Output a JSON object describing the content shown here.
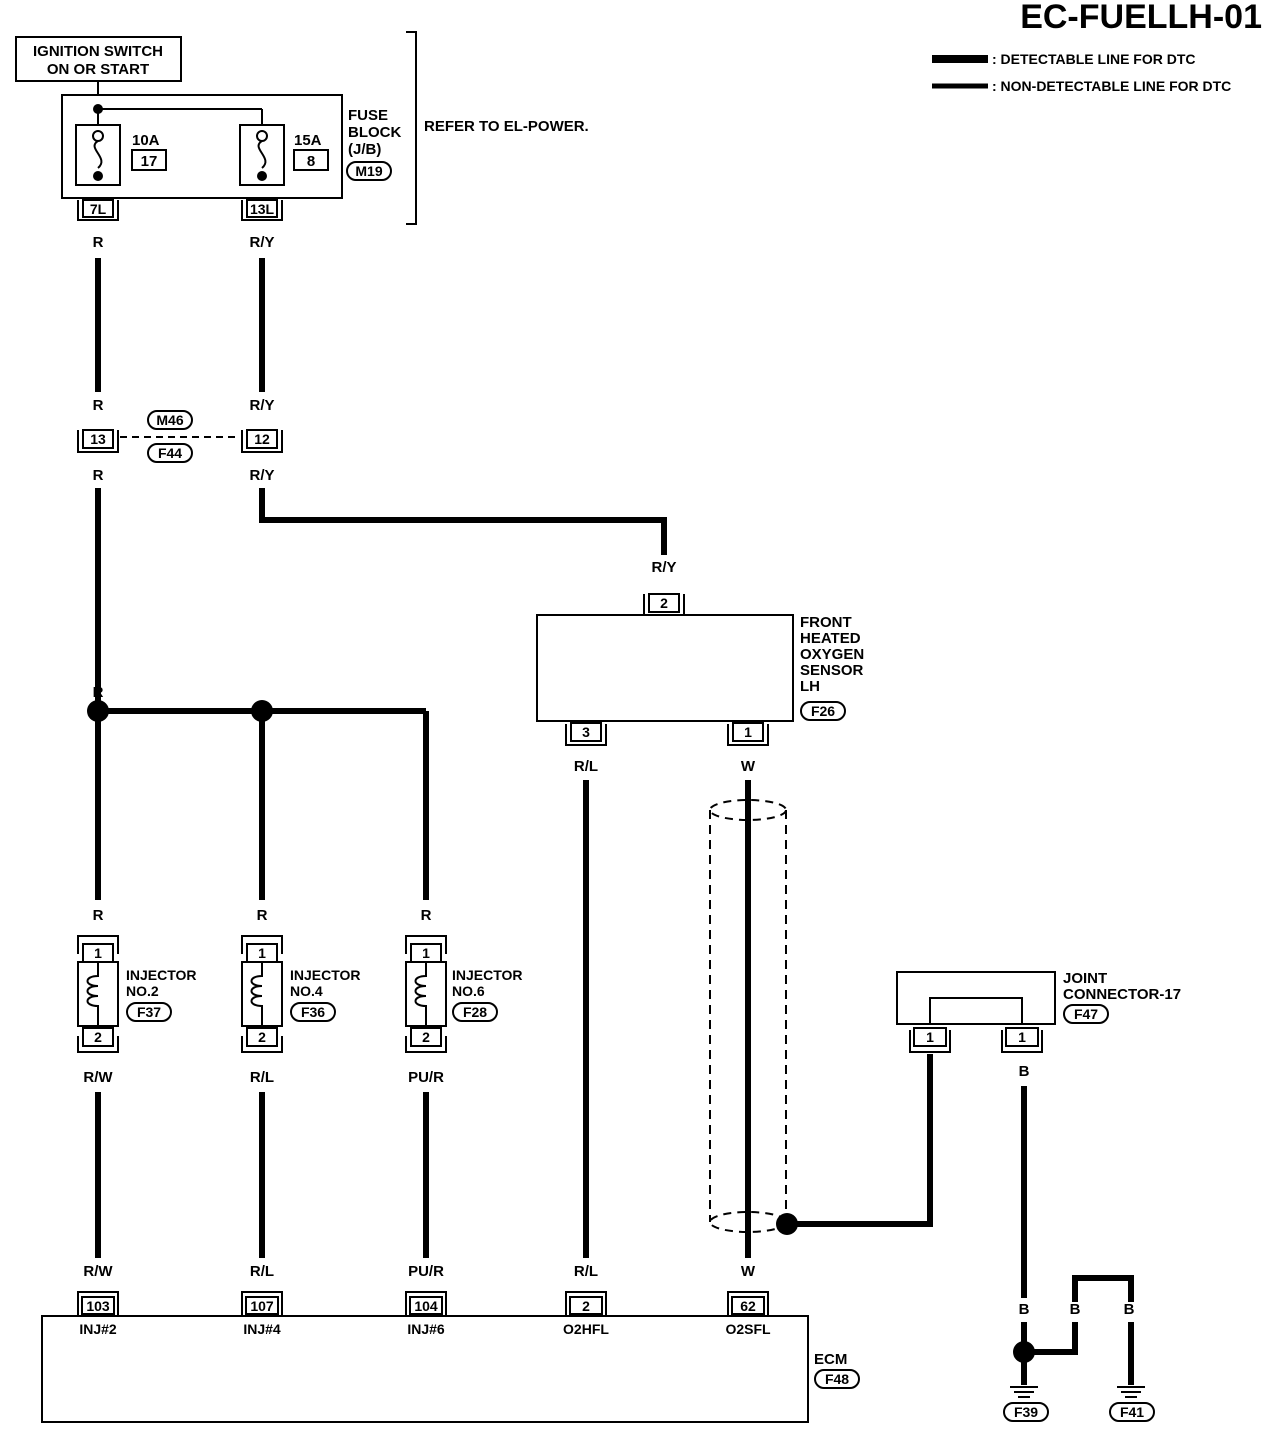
{
  "title": "EC-FUELLH-01",
  "legend": {
    "detectable": ": DETECTABLE LINE FOR DTC",
    "non_detectable": ": NON-DETECTABLE LINE FOR DTC"
  },
  "ignition": {
    "line1": "IGNITION SWITCH",
    "line2": "ON OR START"
  },
  "fuse_block": {
    "label1": "FUSE",
    "label2": "BLOCK",
    "label3": "(J/B)",
    "connector": "M19",
    "note": "REFER TO EL-POWER.",
    "fuse1_amp": "10A",
    "fuse1_num": "17",
    "fuse1_term": "7L",
    "fuse2_amp": "15A",
    "fuse2_num": "8",
    "fuse2_term": "13L"
  },
  "wires": {
    "r": "R",
    "ry": "R/Y",
    "rw": "R/W",
    "rl": "R/L",
    "pur": "PU/R",
    "w": "W",
    "b": "B"
  },
  "inline_connector": {
    "top": "M46",
    "bottom": "F44",
    "pin_left": "13",
    "pin_right": "12"
  },
  "o2_sensor": {
    "line1": "FRONT",
    "line2": "HEATED",
    "line3": "OXYGEN",
    "line4": "SENSOR",
    "line5": "LH",
    "connector": "F26",
    "pin_top": "2",
    "pin_left": "3",
    "pin_right": "1"
  },
  "injectors": [
    {
      "name1": "INJECTOR",
      "name2": "NO.2",
      "connector": "F37",
      "pin1": "1",
      "pin2": "2"
    },
    {
      "name1": "INJECTOR",
      "name2": "NO.4",
      "connector": "F36",
      "pin1": "1",
      "pin2": "2"
    },
    {
      "name1": "INJECTOR",
      "name2": "NO.6",
      "connector": "F28",
      "pin1": "1",
      "pin2": "2"
    }
  ],
  "joint": {
    "line1": "JOINT",
    "line2": "CONNECTOR-17",
    "connector": "F47",
    "pin_left": "1",
    "pin_right": "1"
  },
  "ecm": {
    "label": "ECM",
    "connector": "F48",
    "pins": [
      {
        "num": "103",
        "name": "INJ#2"
      },
      {
        "num": "107",
        "name": "INJ#4"
      },
      {
        "num": "104",
        "name": "INJ#6"
      },
      {
        "num": "2",
        "name": "O2HFL"
      },
      {
        "num": "62",
        "name": "O2SFL"
      }
    ]
  },
  "grounds": {
    "g1": "F39",
    "g2": "F41"
  }
}
